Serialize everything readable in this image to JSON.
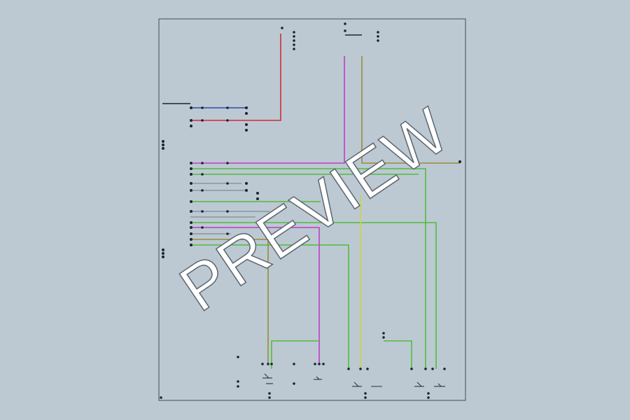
{
  "watermark": {
    "text": "PREVIEW"
  },
  "colors": {
    "background": "#bcc9d3",
    "sheet_border": "#55606a",
    "wire_red": "#d02a3a",
    "wire_blue": "#2a4fa8",
    "wire_magenta": "#c23cc8",
    "wire_green": "#4fbe3a",
    "wire_olive": "#9a8a3a",
    "wire_yellow": "#d6d23a",
    "wire_gray": "#8a96a0",
    "terminal": "#1c2230"
  },
  "wires": [
    {
      "name": "wire-red-top",
      "color": "wire_red"
    },
    {
      "name": "wire-blue-top",
      "color": "wire_blue"
    },
    {
      "name": "wire-magenta-main",
      "color": "wire_magenta"
    },
    {
      "name": "wire-olive-main",
      "color": "wire_olive"
    },
    {
      "name": "wire-green-bus",
      "color": "wire_green"
    },
    {
      "name": "wire-magenta-drop",
      "color": "wire_magenta"
    },
    {
      "name": "wire-yellow-drop",
      "color": "wire_yellow"
    },
    {
      "name": "wire-olive-drop",
      "color": "wire_olive"
    }
  ]
}
